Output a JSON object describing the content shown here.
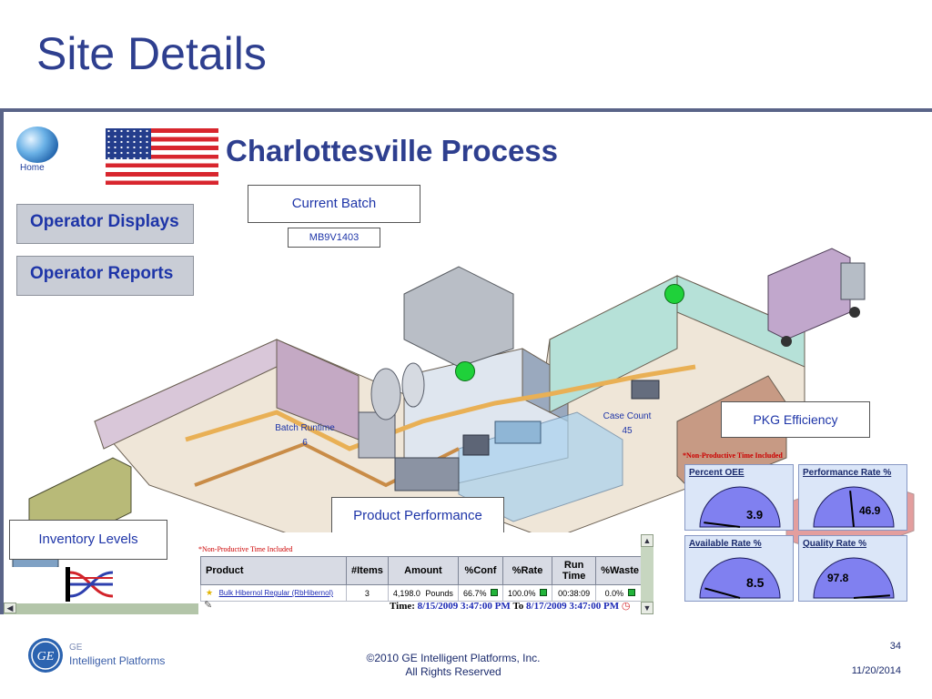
{
  "slide": {
    "title": "Site Details",
    "page_number": "34",
    "date": "11/20/2014",
    "copyright_line1": "©2010 GE Intelligent Platforms, Inc.",
    "copyright_line2": "All Rights Reserved",
    "logo_text_line1": "GE",
    "logo_text_line2": "Intelligent Platforms"
  },
  "screen": {
    "home_label": "Home",
    "process_title": "Charlottesville Process",
    "nav": {
      "operator_displays": "Operator Displays",
      "operator_reports": "Operator Reports"
    },
    "current_batch_label": "Current Batch",
    "current_batch_value": "MB9V1403",
    "batch_runtime_label": "Batch Runtime",
    "batch_runtime_value": "6",
    "case_count_label": "Case Count",
    "case_count_value": "45",
    "pkg_efficiency_label": "PKG Efficiency",
    "product_performance_label": "Product Performance",
    "inventory_levels_label": "Inventory Levels"
  },
  "product_table": {
    "note": "*Non-Productive Time Included",
    "headers": [
      "Product",
      "#Items",
      "Amount",
      "%Conf",
      "%Rate",
      "Run Time",
      "%Waste"
    ],
    "rows": [
      {
        "product": "Bulk Hibernol Regular (RbHibernol)",
        "items": "3",
        "amount": "4,198.0",
        "unit": "Pounds",
        "conf": "66.7%",
        "rate": "100.0%",
        "run_time": "00:38:09",
        "waste": "0.0%"
      }
    ],
    "time_label": "Time:",
    "time_from": "8/15/2009 3:47:00 PM",
    "time_to_label": "To",
    "time_to": "8/17/2009 3:47:00 PM"
  },
  "gauges": {
    "note": "*Non-Productive Time Included",
    "items": [
      {
        "title": "Percent OEE",
        "value": "3.9",
        "percent": 3.9
      },
      {
        "title": "Performance Rate %",
        "value": "46.9",
        "percent": 46.9
      },
      {
        "title": "Available Rate %",
        "value": "8.5",
        "percent": 8.5
      },
      {
        "title": "Quality Rate %",
        "value": "97.8",
        "percent": 97.8
      }
    ]
  },
  "colors": {
    "title_blue": "#2e3f8f",
    "link_blue": "#1e35a8",
    "status_green": "#1fd13a",
    "gauge_fill": "#8080f0",
    "note_red": "#cc0000"
  }
}
